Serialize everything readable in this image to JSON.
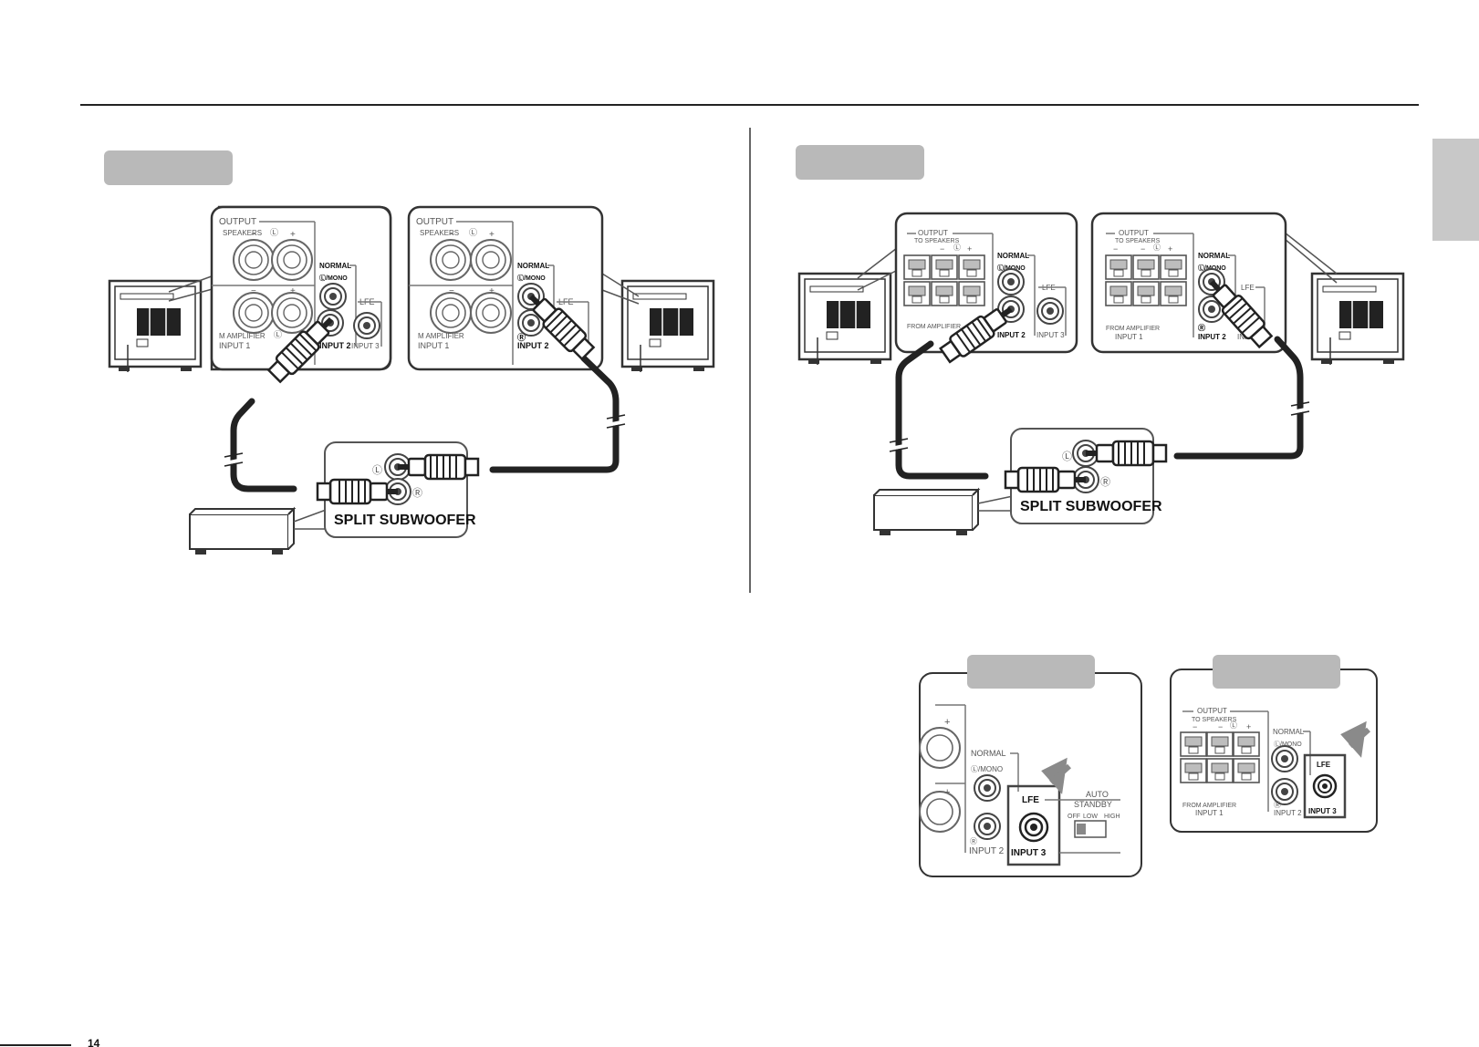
{
  "colors": {
    "ink": "#222222",
    "gray_tab": "#b9b9b9",
    "side_tab": "#c8c8c8",
    "panel_line": "#555555",
    "light_gray": "#8a8a8a"
  },
  "icons": [
    "rca-plug-icon",
    "speaker-terminal-icon",
    "arrow-icon",
    "subwoofer-icon",
    "amplifier-icon"
  ],
  "diagram_a": {
    "panel1": {
      "output": "OUTPUT",
      "speakers": "SPEAKERS",
      "minus": "−",
      "plus": "+",
      "l_mark": "Ⓛ",
      "normal": "NORMAL",
      "l_mono": "Ⓛ/MONO",
      "lfe": "LFE",
      "from_amp": "M AMPLIFIER",
      "input1": "INPUT 1",
      "input2": "INPUT 2",
      "input3": "INPUT 3"
    },
    "panel2": {
      "output": "OUTPUT",
      "speakers": "SPEAKERS",
      "minus": "−",
      "plus": "+",
      "l_mark": "Ⓛ",
      "normal": "NORMAL",
      "l_mono": "Ⓛ/MONO",
      "lfe": "LFE",
      "r_mark": "Ⓡ",
      "from_amp": "M AMPLIFIER",
      "input1": "INPUT 1",
      "input2": "INPUT 2"
    },
    "split_box": {
      "title": "SPLIT SUBWOOFER",
      "l_mark": "Ⓛ",
      "r_mark": "Ⓡ"
    }
  },
  "diagram_b": {
    "panel1": {
      "output": "OUTPUT",
      "to_speakers": "TO SPEAKERS",
      "minus": "−",
      "plus": "+",
      "l_mark": "Ⓛ",
      "normal": "NORMAL",
      "l_mono": "Ⓛ/MONO",
      "lfe": "LFE",
      "from_amp": "FROM AMPLIFIER",
      "input2": "INPUT 2",
      "input3": "INPUT 3"
    },
    "panel2": {
      "output": "OUTPUT",
      "to_speakers": "TO SPEAKERS",
      "minus": "−",
      "plus": "+",
      "l_mark": "Ⓛ",
      "normal": "NORMAL",
      "l_mono": "Ⓛ/MONO",
      "lfe": "LFE",
      "r_mark": "Ⓡ",
      "from_amp": "FROM AMPLIFIER",
      "input1": "INPUT 1",
      "input2": "INPUT 2",
      "inp": "INP"
    },
    "split_box": {
      "title": "SPLIT SUBWOOFER",
      "l_mark": "Ⓛ",
      "r_mark": "Ⓡ"
    }
  },
  "detail_a": {
    "plus": "+",
    "normal": "NORMAL",
    "l_mono": "Ⓛ/MONO",
    "r_mark": "Ⓡ",
    "lfe": "LFE",
    "input2": "INPUT 2",
    "input3": "INPUT 3",
    "auto": "AUTO",
    "standby": "STANDBY",
    "off": "OFF",
    "low": "LOW",
    "high": "HIGH"
  },
  "detail_b": {
    "output": "OUTPUT",
    "to_speakers": "TO SPEAKERS",
    "minus": "−",
    "plus": "+",
    "l_mark": "Ⓛ",
    "normal": "NORMAL",
    "l_mono": "Ⓛ/MONO",
    "r_mark": "Ⓡ",
    "lfe": "LFE",
    "from_amp": "FROM AMPLIFIER",
    "input1": "INPUT 1",
    "input2": "INPUT 2",
    "input3": "INPUT 3"
  },
  "footer": {
    "page_text": "14"
  }
}
